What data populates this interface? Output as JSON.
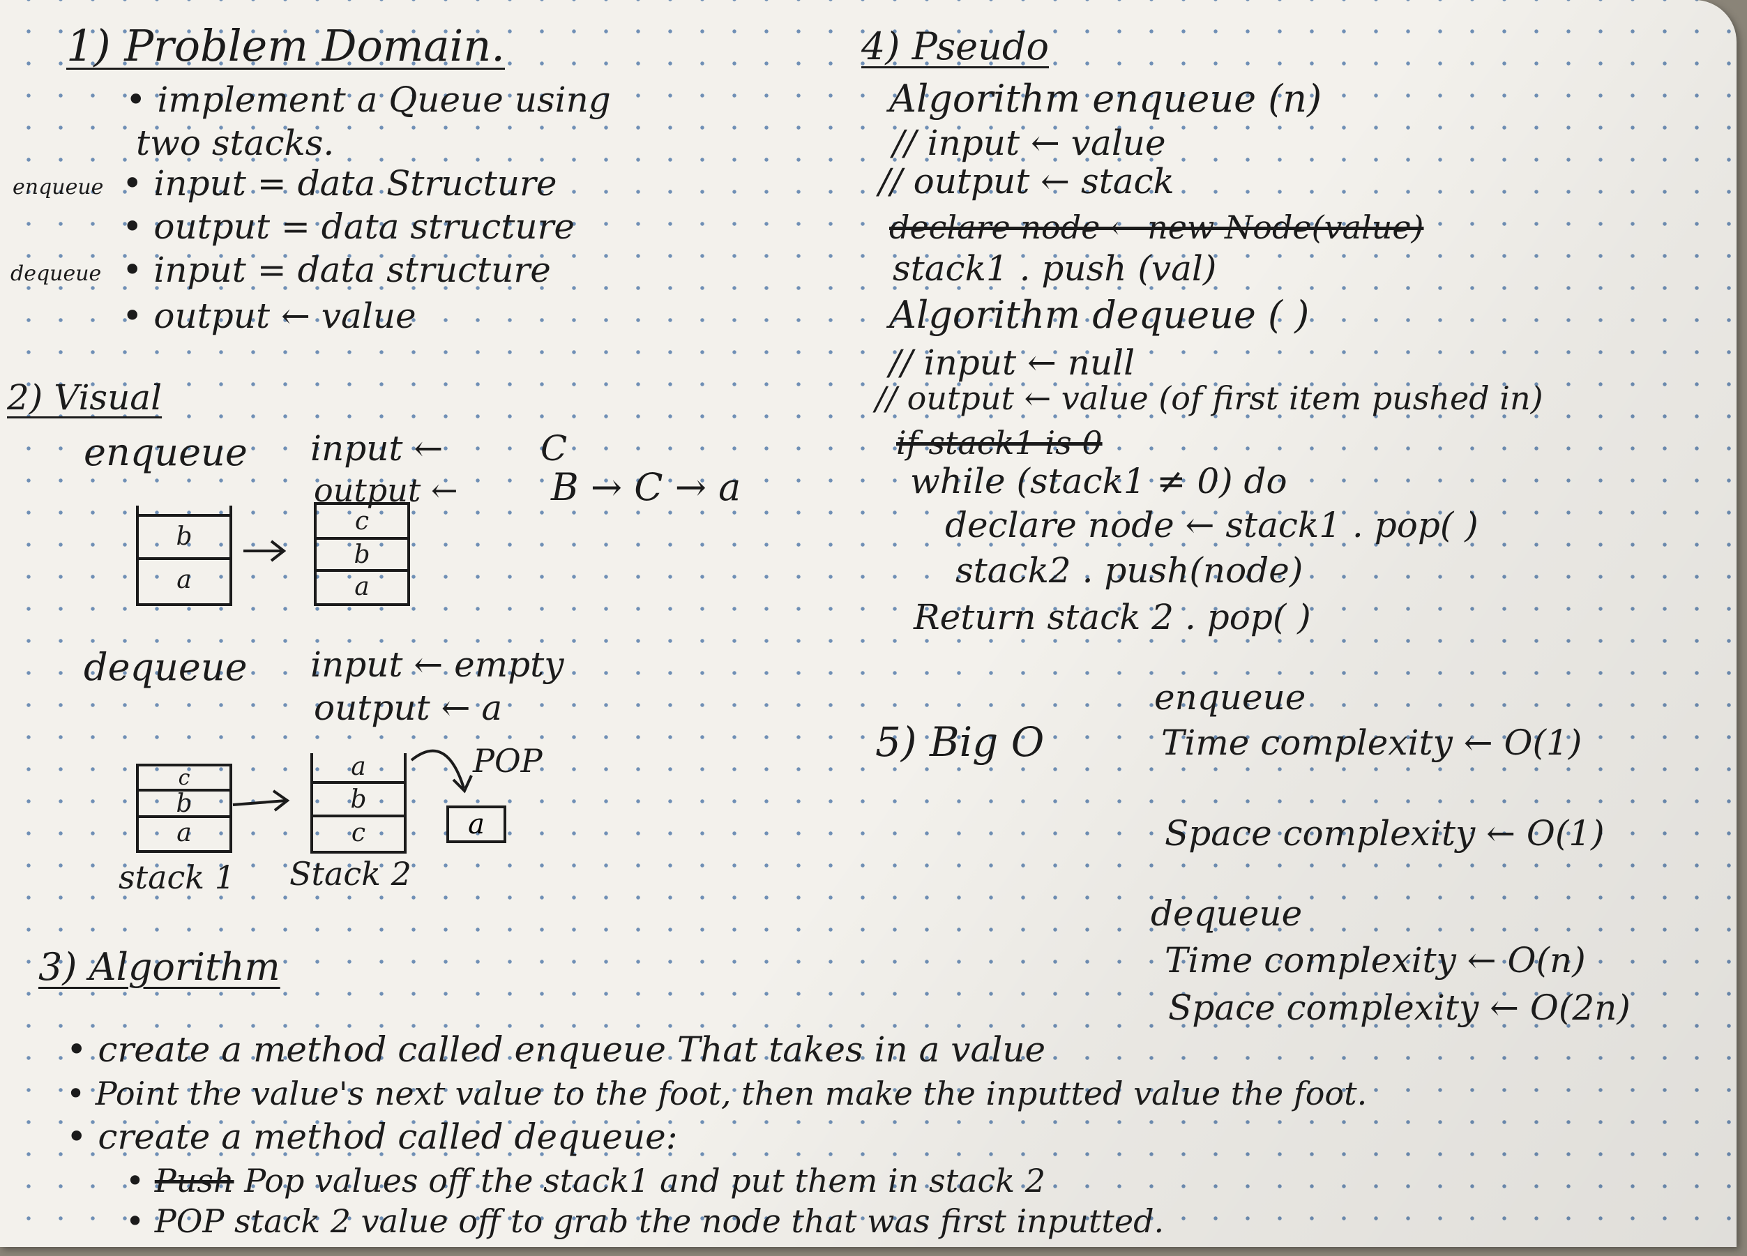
{
  "problem_domain": {
    "heading": "1) Problem Domain.",
    "line1": "• implement a Queue using",
    "line2": "two stacks.",
    "enqueue_tag": "enqueue",
    "enqueue_input": "• input = data Structure",
    "enqueue_output": "• output = data structure",
    "dequeue_tag": "dequeue",
    "dequeue_input": "• input = data structure",
    "dequeue_output": "• output ← value"
  },
  "visual": {
    "heading": "2) Visual",
    "enqueue_label": "enqueue",
    "enqueue_input": "input ←",
    "enqueue_input_value": "C",
    "enqueue_output": "output ←",
    "enqueue_output_value": "B → C → a",
    "stack_before": [
      "b",
      "a"
    ],
    "stack_after": [
      "c",
      "b",
      "a"
    ],
    "dequeue_label": "dequeue",
    "dequeue_input": "input ← empty",
    "dequeue_output": "output ← a",
    "stack1": [
      "c",
      "b",
      "a"
    ],
    "stack2": [
      "a",
      "b",
      "c"
    ],
    "pop_label": "POP",
    "popped": "a",
    "stack1_label": "stack 1",
    "stack2_label": "Stack 2"
  },
  "algorithm": {
    "heading": "3) Algorithm",
    "line1": "• create a method called enqueue That takes in a value",
    "line2": "• Point the value's next value to the foot, then make the inputted value the foot.",
    "line3": "• create a method called dequeue:",
    "line4_strike": "Push",
    "line4": "Pop values off the stack1 and put them in stack 2",
    "line5": "• POP stack 2 value off to grab the node that was first inputted."
  },
  "pseudo": {
    "heading": "4) Pseudo",
    "enq_alg": "Algorithm enqueue (n)",
    "enq_in": "// input ← value",
    "enq_out": "// output ← stack",
    "enq_strike": "declare node ← new Node(value)",
    "enq_push": "stack1 . push (val)",
    "deq_alg": "Algorithm dequeue ( )",
    "deq_in": "// input ← null",
    "deq_out": "// output ← value (of first item pushed in)",
    "deq_strike": "if stack1 is 0",
    "while": "while (stack1 ≠ 0) do",
    "declare": "declare node ← stack1 . pop( )",
    "push2": "stack2 . push(node)",
    "return": "Return stack 2 . pop( )"
  },
  "big_o": {
    "heading": "5) Big O",
    "enqueue_label": "enqueue",
    "enq_time": "Time complexity ← O(1)",
    "enq_space": "Space complexity ← O(1)",
    "dequeue_label": "dequeue",
    "deq_time": "Time complexity ← O(n)",
    "deq_space": "Space complexity ← O(2n)"
  }
}
